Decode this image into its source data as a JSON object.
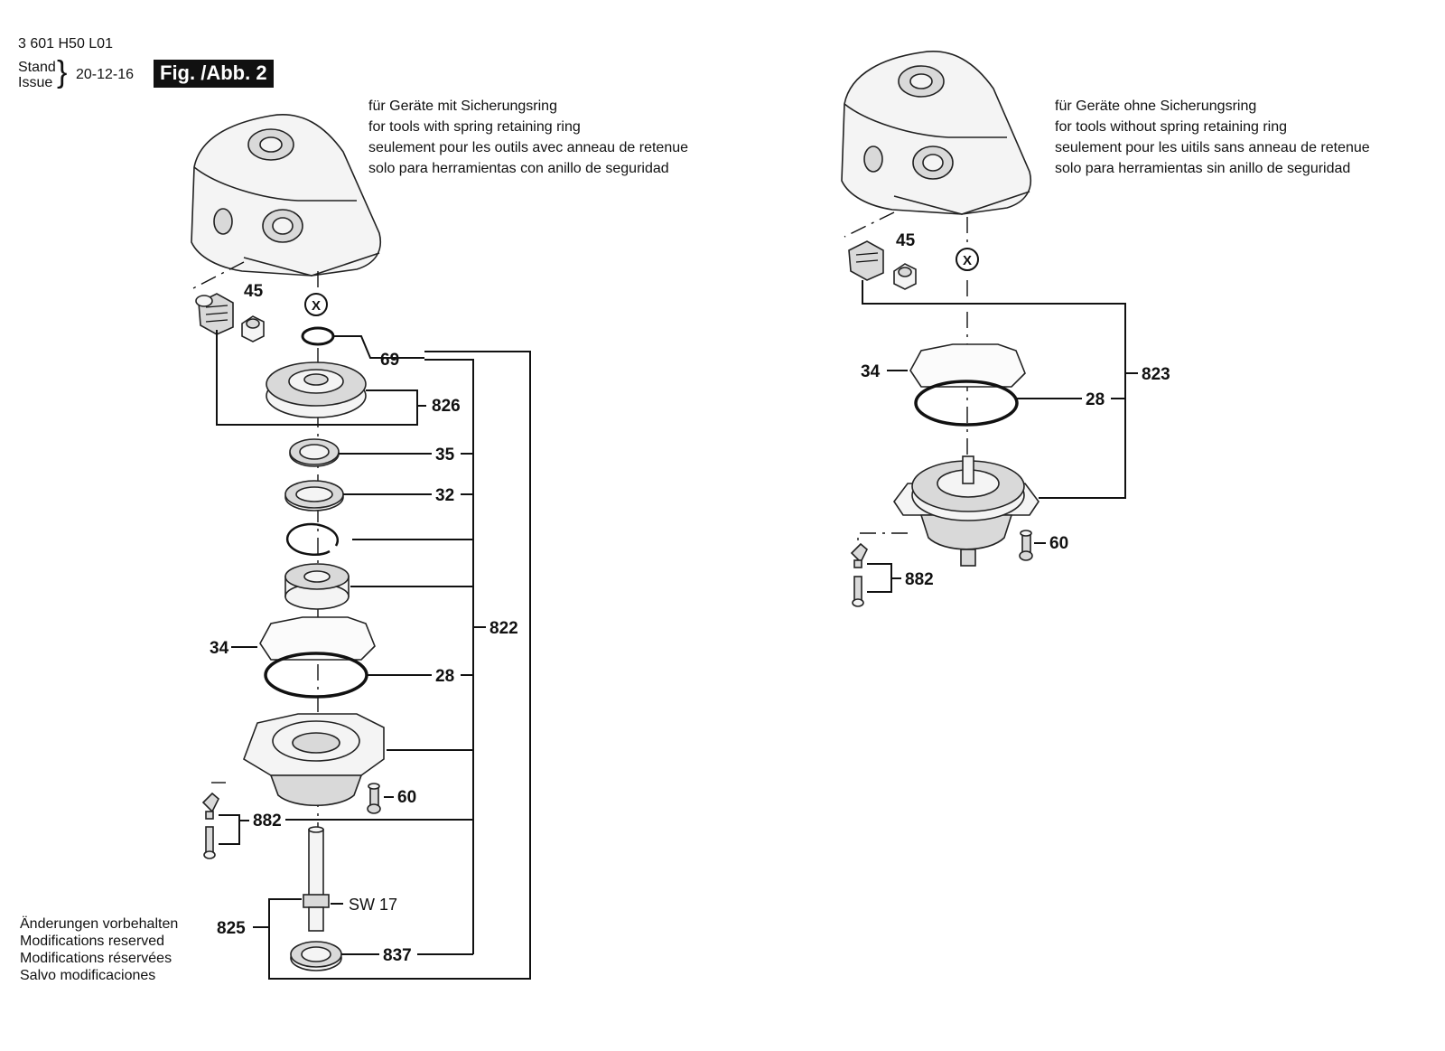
{
  "header": {
    "doc_number": "3 601 H50 L01",
    "stand_label": "Stand",
    "issue_label": "Issue",
    "date": "20-12-16",
    "figure": "Fig. /Abb. 2"
  },
  "left_note": [
    "für Geräte mit Sicherungsring",
    "for tools with spring retaining ring",
    "seulement pour les outils avec anneau de retenue",
    "solo para herramientas con anillo de seguridad"
  ],
  "right_note": [
    "für Geräte ohne Sicherungsring",
    "for tools without spring retaining ring",
    "seulement pour les uitils sans anneau de retenue",
    "solo para herramientas sin anillo de seguridad"
  ],
  "footer_note": [
    "Änderungen vorbehalten",
    "Modifications reserved",
    "Modifications réservées",
    "Salvo modificaciones"
  ],
  "left_labels": {
    "l45": "45",
    "x": "X",
    "l69": "69",
    "l826": "826",
    "l35": "35",
    "l32": "32",
    "l822": "822",
    "l34": "34",
    "l28": "28",
    "l60": "60",
    "l882": "882",
    "sw17": "SW 17",
    "l825": "825",
    "l837": "837"
  },
  "right_labels": {
    "l45": "45",
    "x": "X",
    "l34": "34",
    "l823": "823",
    "l28": "28",
    "l60": "60",
    "l882": "882"
  }
}
